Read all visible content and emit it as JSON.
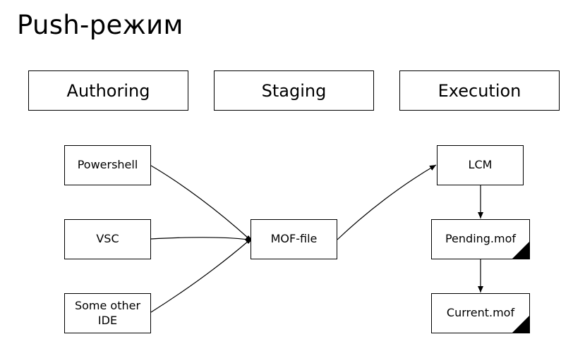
{
  "title": "Push-режим",
  "stages": {
    "authoring": "Authoring",
    "staging": "Staging",
    "execution": "Execution"
  },
  "sources": {
    "powershell": "Powershell",
    "vsc": "VSC",
    "other_ide_line1": "Some other",
    "other_ide_line2": "IDE"
  },
  "staging_node": "MOF-file",
  "execution_nodes": {
    "lcm": "LCM",
    "pending": "Pending.mof",
    "current": "Current.mof"
  }
}
